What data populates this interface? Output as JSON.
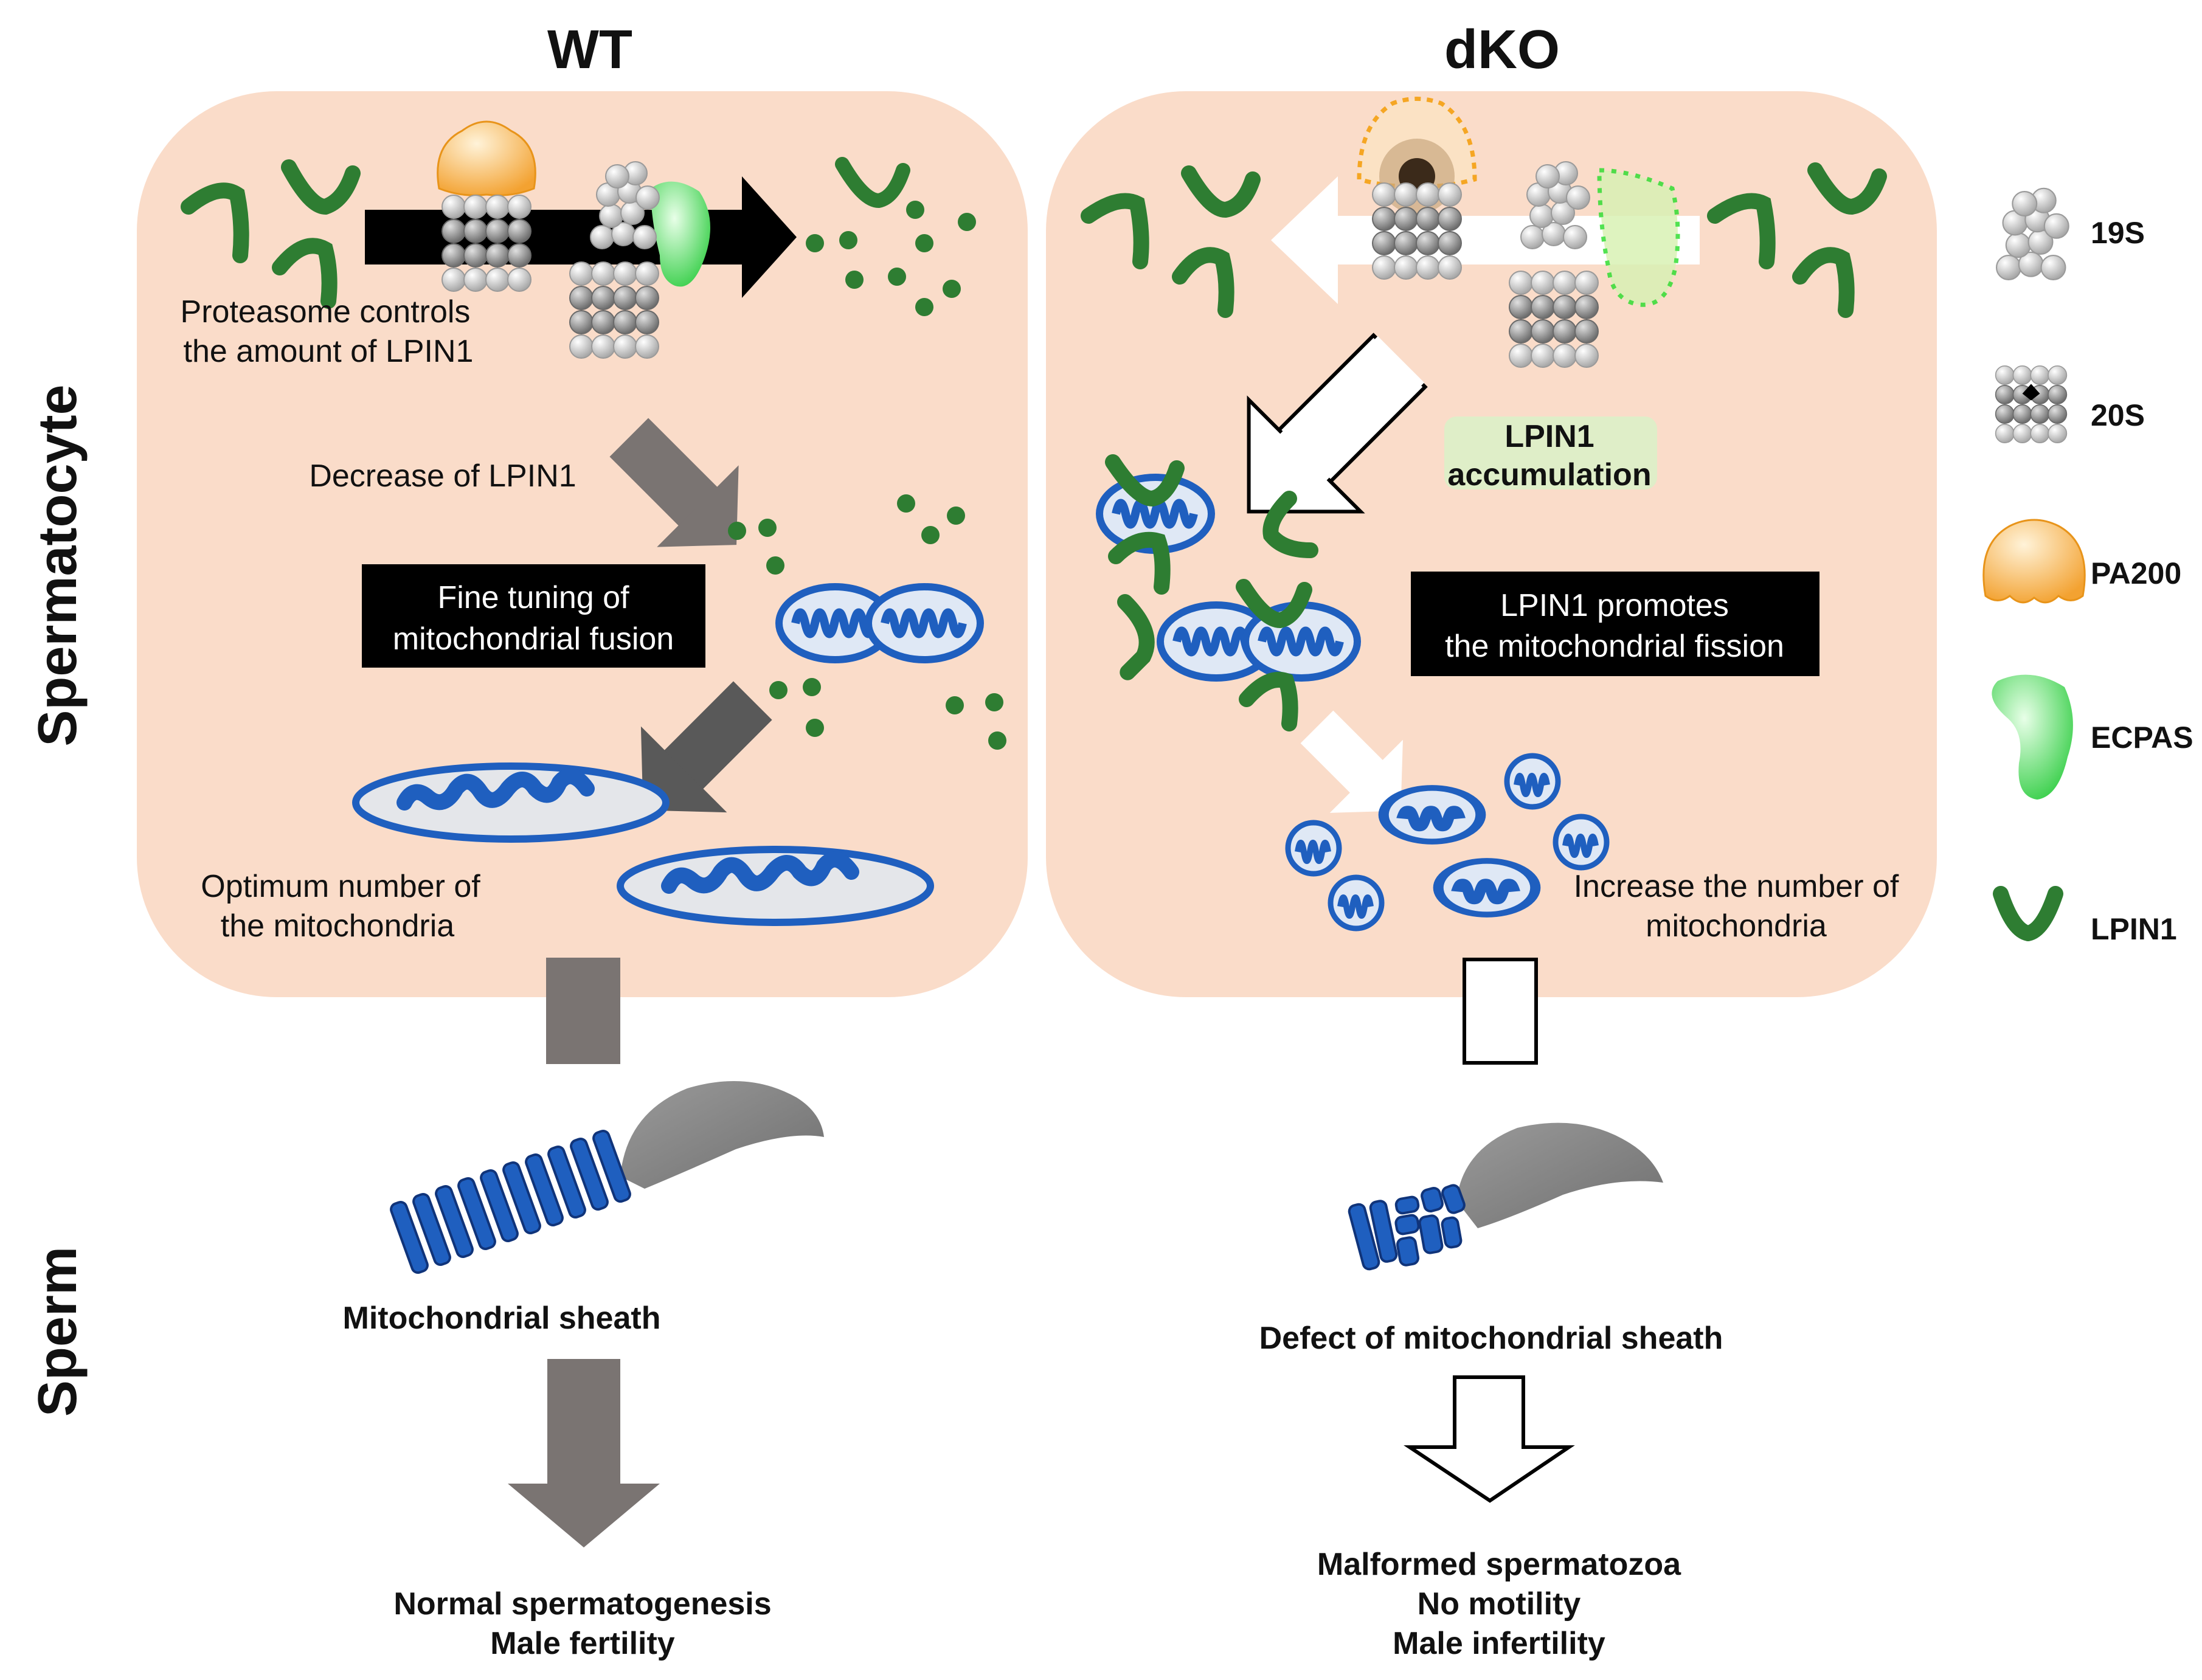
{
  "headers": {
    "wt": "WT",
    "dko": "dKO"
  },
  "side_labels": {
    "spermatocyte": "Spermatocyte",
    "sperm": "Sperm"
  },
  "wt": {
    "proteasome_line1": "Proteasome controls",
    "proteasome_line2": "the amount of LPIN1",
    "decrease": "Decrease of LPIN1",
    "box_line1": "Fine tuning of",
    "box_line2": "mitochondrial fusion",
    "optimum_line1": "Optimum number of",
    "optimum_line2": "the mitochondria",
    "sheath": "Mitochondrial sheath",
    "outcome_line1": "Normal spermatogenesis",
    "outcome_line2": "Male fertility"
  },
  "dko": {
    "accum_line1": "LPIN1",
    "accum_line2": "accumulation",
    "box_line1": "LPIN1 promotes",
    "box_line2": "the mitochondrial fission",
    "increase_line1": "Increase the number of",
    "increase_line2": "mitochondria",
    "sheath": "Defect of mitochondrial sheath",
    "outcome_line1": "Malformed spermatozoa",
    "outcome_line2": "No motility",
    "outcome_line3": "Male infertility"
  },
  "legend": {
    "s19": "19S",
    "s20": "20S",
    "pa200": "PA200",
    "ecpas": "ECPAS",
    "lpin1": "LPIN1"
  },
  "colors": {
    "cell_bg": "#fadcc9",
    "lpin1_green": "#2e7d32",
    "mito_blue": "#1f5fbf",
    "arrow_gray": "#7a7472",
    "arrow_dark": "#595959",
    "pa200_orange": "#f5b04a",
    "ecpas_green": "#4fd64f"
  },
  "icons": [
    "proteasome-19s-icon",
    "proteasome-20s-icon",
    "pa200-icon",
    "ecpas-icon",
    "lpin1-icon",
    "mitochondrion-icon",
    "sperm-icon"
  ]
}
